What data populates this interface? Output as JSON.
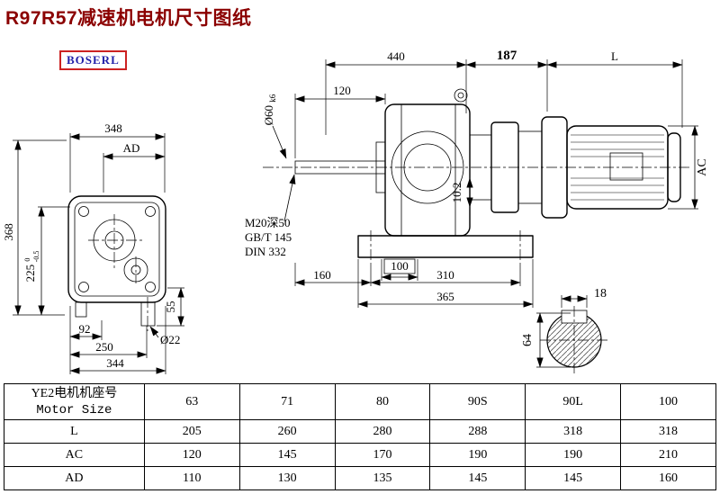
{
  "page": {
    "title": "R97R57减速机电机尺寸图纸",
    "logo": "BOSERL"
  },
  "colors": {
    "title": "#8b0000",
    "logo_text": "#2222aa",
    "logo_border": "#cc2222",
    "line": "#000000"
  },
  "front_view": {
    "dim_348": "348",
    "dim_ad": "AD",
    "dim_368": "368",
    "dim_225": "225",
    "dim_225_tol_top": "0",
    "dim_225_tol_bottom": "-0.5",
    "dim_92": "92",
    "dim_250": "250",
    "dim_344": "344",
    "dim_55": "55",
    "dim_o22": "Ø22"
  },
  "side_view": {
    "dim_440": "440",
    "dim_187": "187",
    "dim_L": "L",
    "dim_120": "120",
    "shaft_dia": "Ø60",
    "shaft_fit": "k6",
    "tap_hole_1": "M20深50",
    "tap_hole_2": "GB/T 145",
    "tap_hole_3": "DIN 332",
    "dim_10_2": "10.2",
    "dim_100": "100",
    "dim_160": "160",
    "dim_310": "310",
    "dim_365": "365",
    "dim_AC": "AC"
  },
  "shaft_section": {
    "dim_18": "18",
    "dim_64": "64"
  },
  "table": {
    "header_cn": "YE2电机机座号",
    "header_en": "Motor Size",
    "sizes": [
      "63",
      "71",
      "80",
      "90S",
      "90L",
      "100"
    ],
    "rows": [
      {
        "label": "L",
        "values": [
          "205",
          "260",
          "280",
          "288",
          "318",
          "318"
        ]
      },
      {
        "label": "AC",
        "values": [
          "120",
          "145",
          "170",
          "190",
          "190",
          "210"
        ]
      },
      {
        "label": "AD",
        "values": [
          "110",
          "130",
          "135",
          "145",
          "145",
          "160"
        ]
      }
    ]
  }
}
